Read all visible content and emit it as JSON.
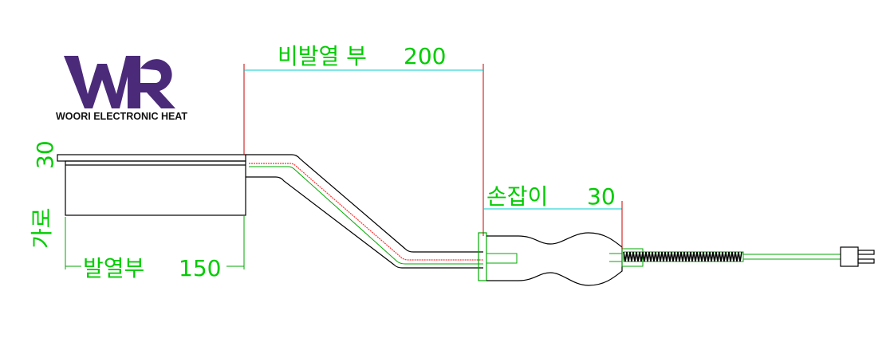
{
  "logo": {
    "mark": "WR",
    "company": "WOORI ELECTRONIC HEAT"
  },
  "labels": {
    "non_heating_section": "비발열 부",
    "non_heating_length": "200",
    "handle": "손잡이",
    "handle_length": "30",
    "heating_section": "발열부",
    "heating_length": "150",
    "width": "가로",
    "width_value": "30"
  },
  "colors": {
    "outline": "#000000",
    "dimension_text": "#00cc00",
    "dimension_line": "#00cccc",
    "extension_line": "#cc0000",
    "wire": "#ff3333",
    "logo_purple": "#4b2a7a"
  }
}
